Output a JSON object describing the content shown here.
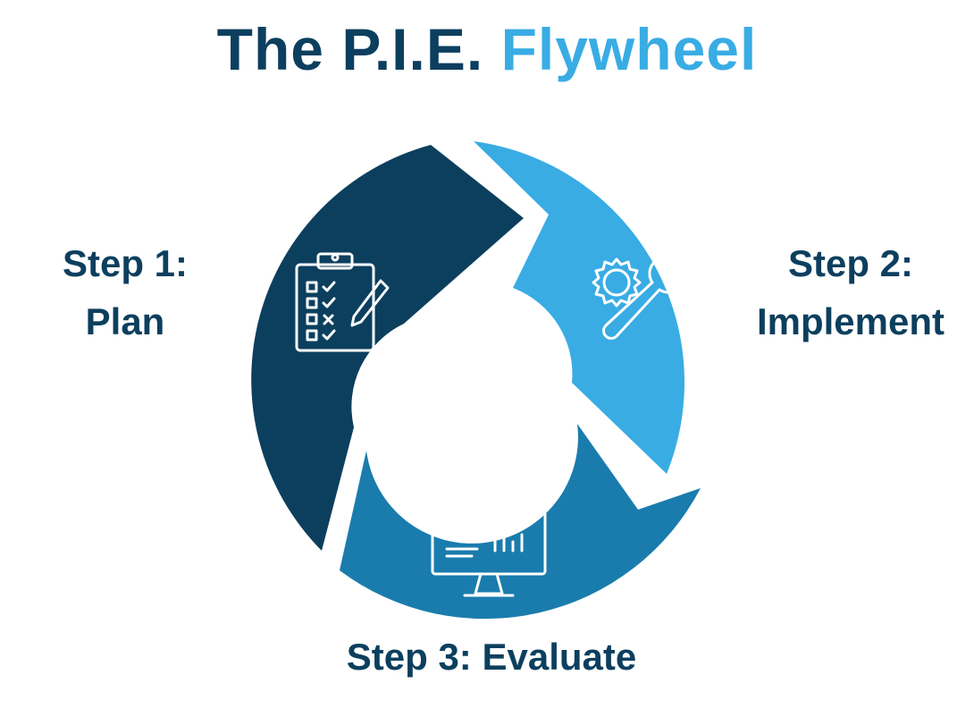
{
  "title": {
    "part1": "The P.I.E.",
    "part2": "Flywheel"
  },
  "steps": [
    {
      "line1": "Step 1:",
      "line2": "Plan",
      "icon": "clipboard-checklist-icon"
    },
    {
      "line1": "Step 2:",
      "line2": "Implement",
      "icon": "gear-wrench-icon"
    },
    {
      "line1": "Step 3: Evaluate",
      "icon": "monitor-analytics-icon"
    }
  ],
  "colors": {
    "title_dark": "#0c3f5e",
    "title_accent": "#39ace4",
    "plan": "#0c3f5e",
    "implement": "#39ace4",
    "evaluate": "#1a7cad"
  }
}
